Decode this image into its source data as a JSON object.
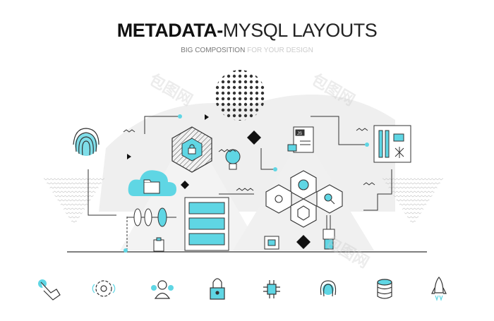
{
  "header": {
    "title_bold": "METADATA-",
    "title_light": "MYSQL LAYOUTS",
    "subtitle_dark": "BIG COMPOSITION",
    "subtitle_light": " FOR YOUR DESIGN"
  },
  "watermark": "包图网",
  "colors": {
    "accent": "#5fd6e4",
    "stroke": "#333333",
    "bg_shape": "#ececec"
  },
  "illustration": {
    "document_label": "JS",
    "icons": [
      "fingerprint-icon",
      "cloud-folder-icon",
      "hexagon-lock-icon",
      "dotted-sphere-icon",
      "lightbulb-icon",
      "server-icon",
      "hexagon-cluster-icon",
      "document-lock-icon",
      "circuit-board-icon",
      "rollers-icon",
      "clipboard-icon",
      "chip-icon",
      "cable-plug-icon"
    ]
  },
  "bottom_icons": [
    "touch-hand-icon",
    "gear-icon",
    "users-icon",
    "lock-icon",
    "chip-icon",
    "fingerprint-icon",
    "database-icon",
    "rocket-icon"
  ]
}
